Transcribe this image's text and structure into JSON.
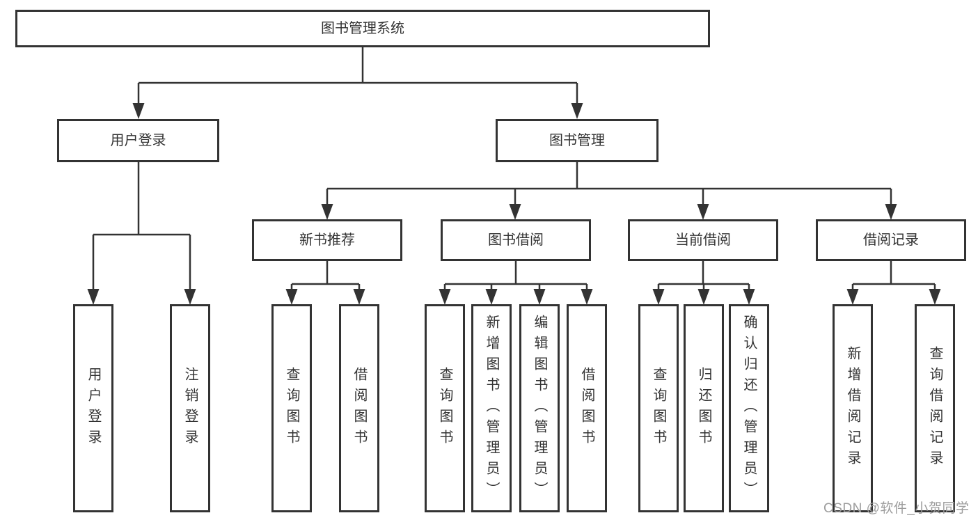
{
  "colors": {
    "line": "#333333",
    "box_border": "#333333",
    "text": "#333333",
    "background": "#ffffff",
    "watermark": "#9c9c9c"
  },
  "tree": {
    "label": "图书管理系统",
    "children": [
      {
        "label": "用户登录",
        "children": [
          {
            "label": "用户登录"
          },
          {
            "label": "注销登录"
          }
        ]
      },
      {
        "label": "图书管理",
        "children": [
          {
            "label": "新书推荐",
            "children": [
              {
                "label": "查询图书"
              },
              {
                "label": "借阅图书"
              }
            ]
          },
          {
            "label": "图书借阅",
            "children": [
              {
                "label": "查询图书"
              },
              {
                "label": "新增图书（管理员）"
              },
              {
                "label": "编辑图书（管理员）"
              },
              {
                "label": "借阅图书"
              }
            ]
          },
          {
            "label": "当前借阅",
            "children": [
              {
                "label": "查询图书"
              },
              {
                "label": "归还图书"
              },
              {
                "label": "确认归还（管理员）"
              }
            ]
          },
          {
            "label": "借阅记录",
            "children": [
              {
                "label": "新增借阅记录"
              },
              {
                "label": "查询借阅记录"
              }
            ]
          }
        ]
      }
    ]
  },
  "watermark": {
    "text": "CSDN @软件_小贺同学"
  }
}
